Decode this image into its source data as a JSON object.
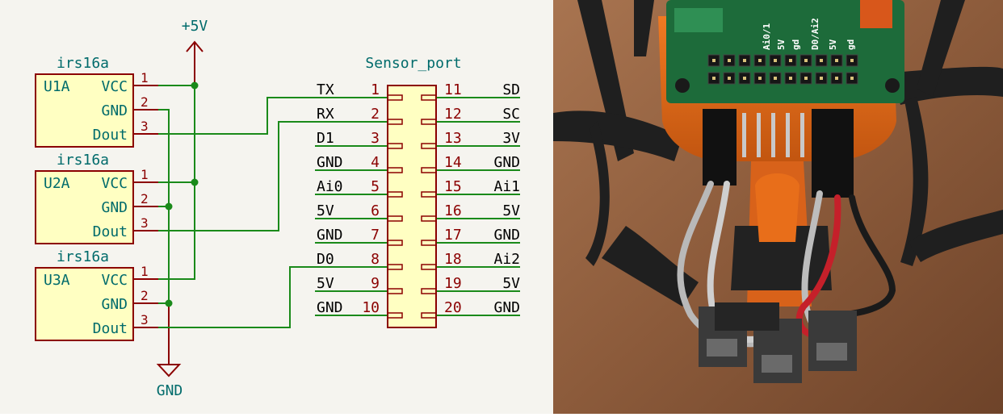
{
  "power": {
    "vcc_label": "+5V",
    "gnd_label": "GND"
  },
  "sensors": [
    {
      "ref": "U1A",
      "value": "irs16a",
      "pins": [
        {
          "num": "1",
          "name": "VCC"
        },
        {
          "num": "2",
          "name": "GND"
        },
        {
          "num": "3",
          "name": "Dout"
        }
      ]
    },
    {
      "ref": "U2A",
      "value": "irs16a",
      "pins": [
        {
          "num": "1",
          "name": "VCC"
        },
        {
          "num": "2",
          "name": "GND"
        },
        {
          "num": "3",
          "name": "Dout"
        }
      ]
    },
    {
      "ref": "U3A",
      "value": "irs16a",
      "pins": [
        {
          "num": "1",
          "name": "VCC"
        },
        {
          "num": "2",
          "name": "GND"
        },
        {
          "num": "3",
          "name": "Dout"
        }
      ]
    }
  ],
  "connector": {
    "title": "Sensor_port",
    "left": [
      {
        "num": "1",
        "name": "TX"
      },
      {
        "num": "2",
        "name": "RX"
      },
      {
        "num": "3",
        "name": "D1"
      },
      {
        "num": "4",
        "name": "GND"
      },
      {
        "num": "5",
        "name": "Ai0"
      },
      {
        "num": "6",
        "name": "5V"
      },
      {
        "num": "7",
        "name": "GND"
      },
      {
        "num": "8",
        "name": "D0"
      },
      {
        "num": "9",
        "name": "5V"
      },
      {
        "num": "10",
        "name": "GND"
      }
    ],
    "right": [
      {
        "num": "11",
        "name": "SD"
      },
      {
        "num": "12",
        "name": "SC"
      },
      {
        "num": "13",
        "name": "3V"
      },
      {
        "num": "14",
        "name": "GND"
      },
      {
        "num": "15",
        "name": "Ai1"
      },
      {
        "num": "16",
        "name": "5V"
      },
      {
        "num": "17",
        "name": "GND"
      },
      {
        "num": "18",
        "name": "Ai2"
      },
      {
        "num": "19",
        "name": "5V"
      },
      {
        "num": "20",
        "name": "GND"
      }
    ]
  },
  "photo": {
    "pcb_silkscreen": [
      "Ai0/1",
      "5V",
      "gd",
      "D0/Ai2",
      "5V",
      "gd"
    ]
  },
  "colors": {
    "wire": "#1a8a1a",
    "pin": "#8b0000",
    "label": "#006b6b",
    "body_fill": "#ffffc2",
    "body_stroke": "#8b0000",
    "pin_text": "#000000"
  }
}
